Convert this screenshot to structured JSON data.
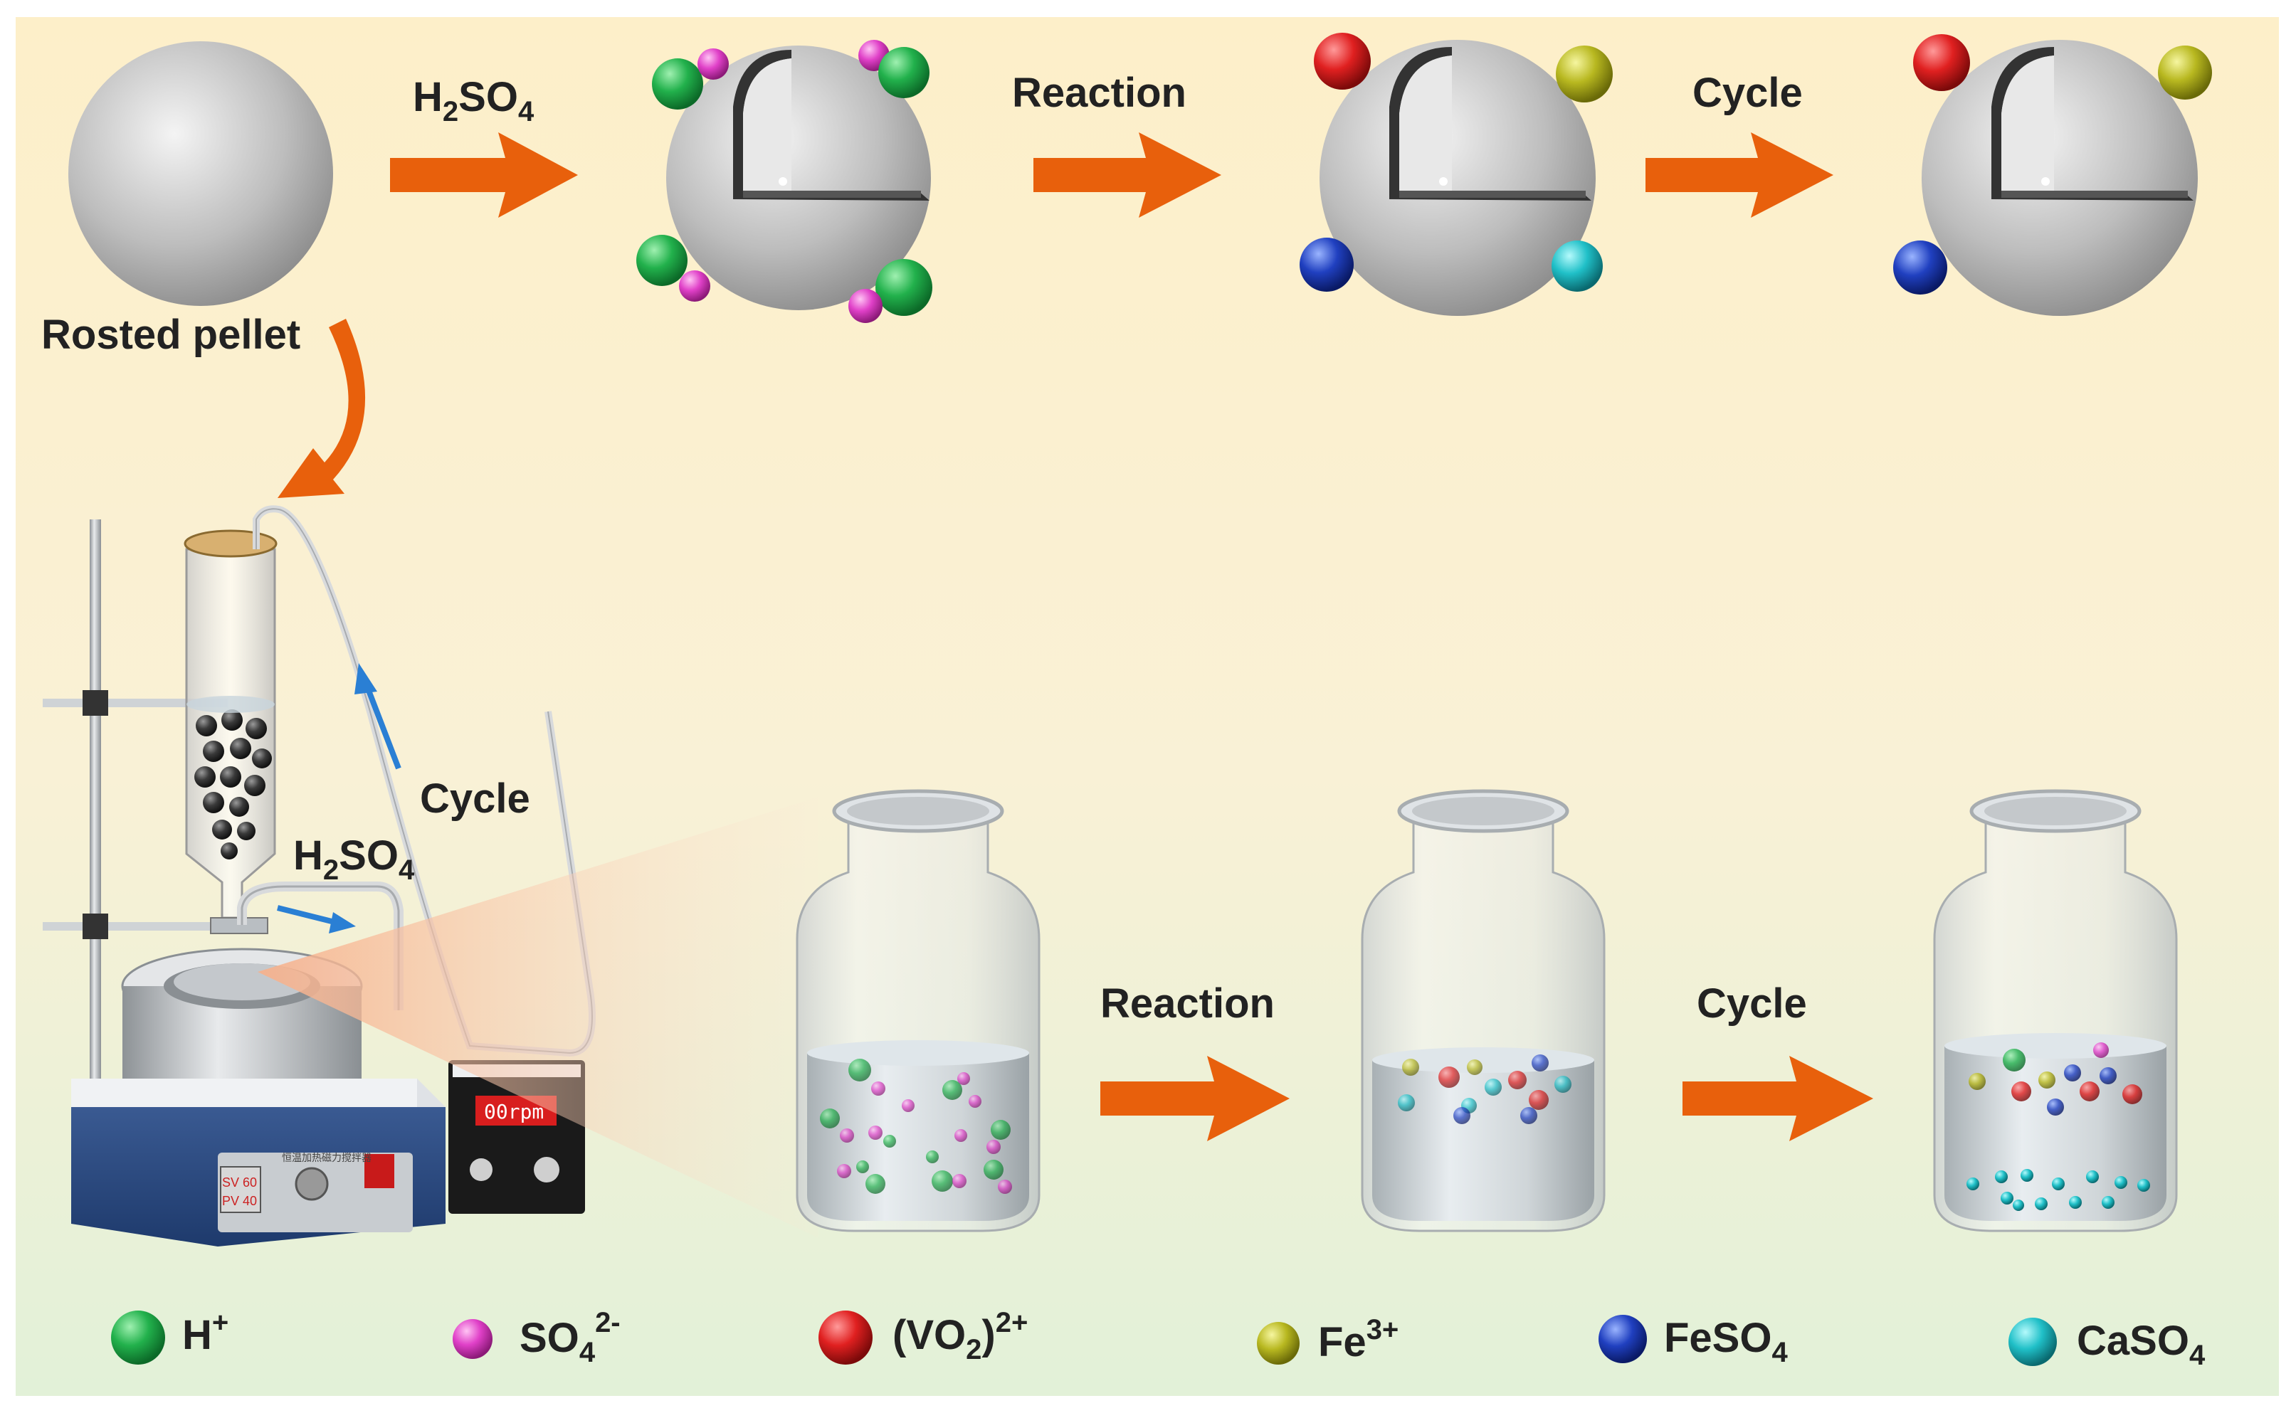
{
  "top_row": {
    "pellet_label": "Rosted pellet",
    "arrow1_label": {
      "main": "H",
      "sub1": "2",
      "mid": "SO",
      "sub2": "4"
    },
    "arrow2_label": "Reaction",
    "arrow3_label": "Cycle"
  },
  "apparatus": {
    "cycle_label": "Cycle",
    "acid_label": {
      "main": "H",
      "sub1": "2",
      "mid": "SO",
      "sub2": "4"
    },
    "stirrer_display": "00rpm",
    "heater_display": [
      "SV 60",
      "PV 40"
    ],
    "heater_caption": "恒温加热磁力搅拌器"
  },
  "bottom_row": {
    "arrow1_label": "Reaction",
    "arrow2_label": "Cycle"
  },
  "legend": [
    {
      "name": "h-plus",
      "label": "H",
      "sup": "+",
      "sub": "",
      "color": "#22b14c"
    },
    {
      "name": "sulfate",
      "label": "SO",
      "sub": "4",
      "sup": "2-",
      "color": "#e040c8"
    },
    {
      "name": "vanadyl",
      "label": "(VO",
      "sub": "2",
      "tail": ")",
      "sup": "2+",
      "color": "#e02020"
    },
    {
      "name": "ferric",
      "label": "Fe",
      "sup": "3+",
      "sub": "",
      "color": "#b8b820"
    },
    {
      "name": "ferrous-sulfate",
      "label": "FeSO",
      "sub": "4",
      "sup": "",
      "color": "#2040c0"
    },
    {
      "name": "calcium-sulfate",
      "label": "CaSO",
      "sub": "4",
      "sup": "",
      "color": "#20c0c8"
    }
  ],
  "colors": {
    "arrow": "#e8600c",
    "flow_arrow": "#2a7fd4",
    "bg_top": "#fdefc9",
    "bg_bottom": "#e4f2da"
  }
}
